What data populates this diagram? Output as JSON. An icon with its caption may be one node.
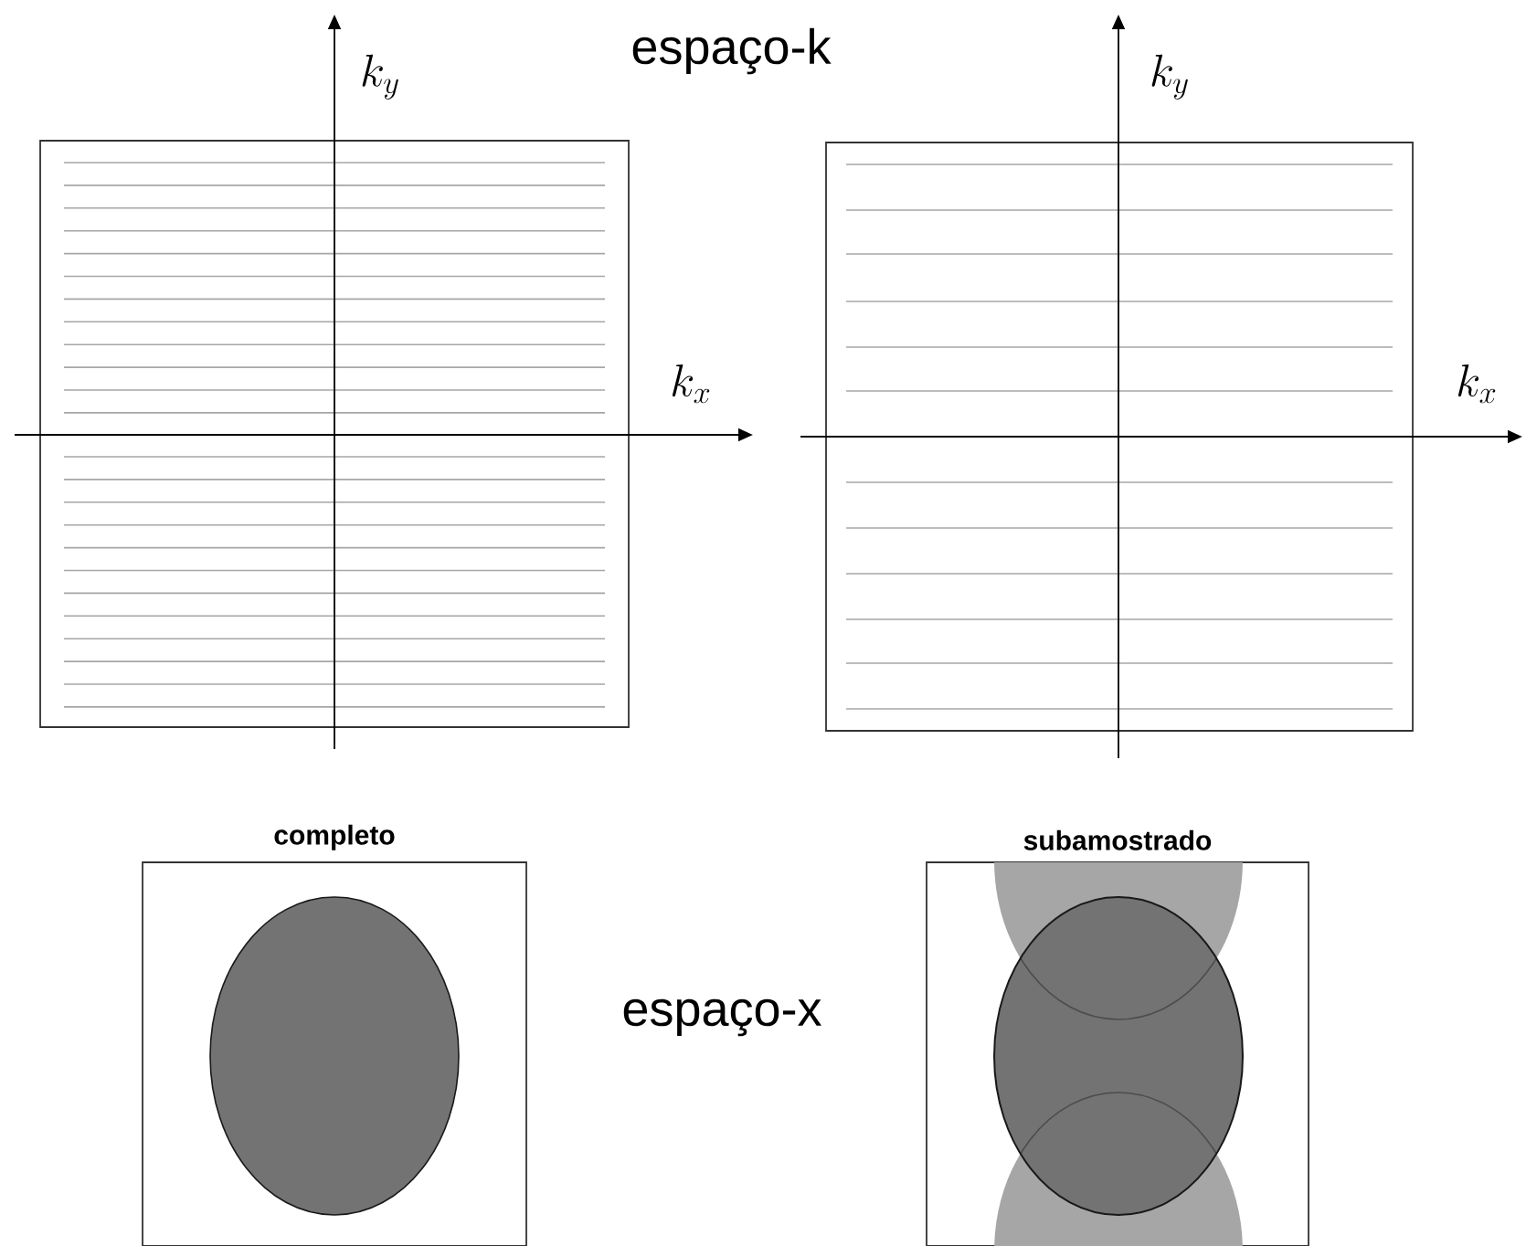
{
  "diagram": {
    "nodes": [
      {
        "text": [
          "completo"
        ]
      },
      {
        "text": [
          "subamostrado"
        ]
      }
    ],
    "labels": [
      "espaço-k",
      "k_y",
      "k_x",
      "k_y",
      "k_x",
      "espaço-x"
    ]
  }
}
